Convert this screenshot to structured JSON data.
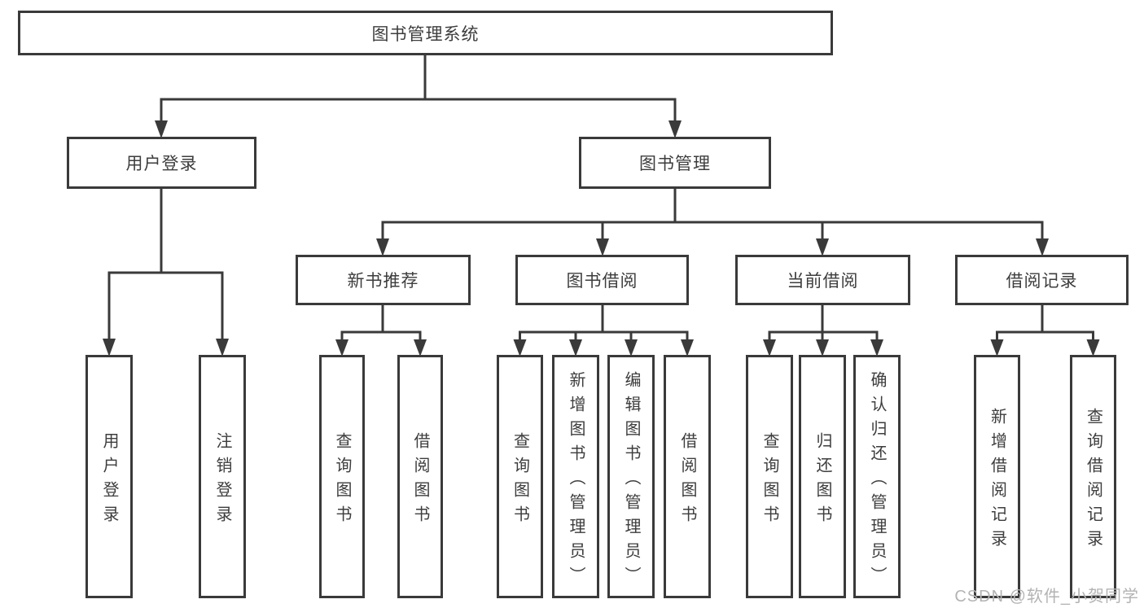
{
  "diagram": {
    "tree": {
      "label": "图书管理系统",
      "children": [
        {
          "label": "用户登录",
          "children": [
            {
              "label": "用户登录"
            },
            {
              "label": "注销登录"
            }
          ]
        },
        {
          "label": "图书管理",
          "children": [
            {
              "label": "新书推荐",
              "children": [
                {
                  "label": "查询图书"
                },
                {
                  "label": "借阅图书"
                }
              ]
            },
            {
              "label": "图书借阅",
              "children": [
                {
                  "label": "查询图书"
                },
                {
                  "label": "新增图书（管理员）"
                },
                {
                  "label": "编辑图书（管理员）"
                },
                {
                  "label": "借阅图书"
                }
              ]
            },
            {
              "label": "当前借阅",
              "children": [
                {
                  "label": "查询图书"
                },
                {
                  "label": "归还图书"
                },
                {
                  "label": "确认归还（管理员）"
                }
              ]
            },
            {
              "label": "借阅记录",
              "children": [
                {
                  "label": "新增借阅记录"
                },
                {
                  "label": "查询借阅记录"
                }
              ]
            }
          ]
        }
      ]
    },
    "colors": {
      "line": "#3a3a3a",
      "text": "#3d3d3d",
      "box_background": "#ffffff",
      "watermark": "#b3b3b3",
      "page_background": "#ffffff"
    }
  },
  "watermark": {
    "text": "CSDN @软件_小贺同学"
  }
}
